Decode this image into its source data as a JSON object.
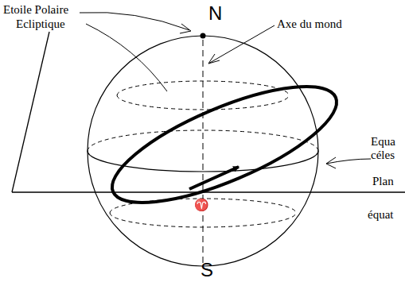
{
  "diagram": {
    "labels": [
      "Etoile Polaire",
      "N",
      "Axe du mond",
      "Ecliptique",
      "Equa céles",
      "Plan",
      "équat",
      "♈",
      "S"
    ]
  }
}
